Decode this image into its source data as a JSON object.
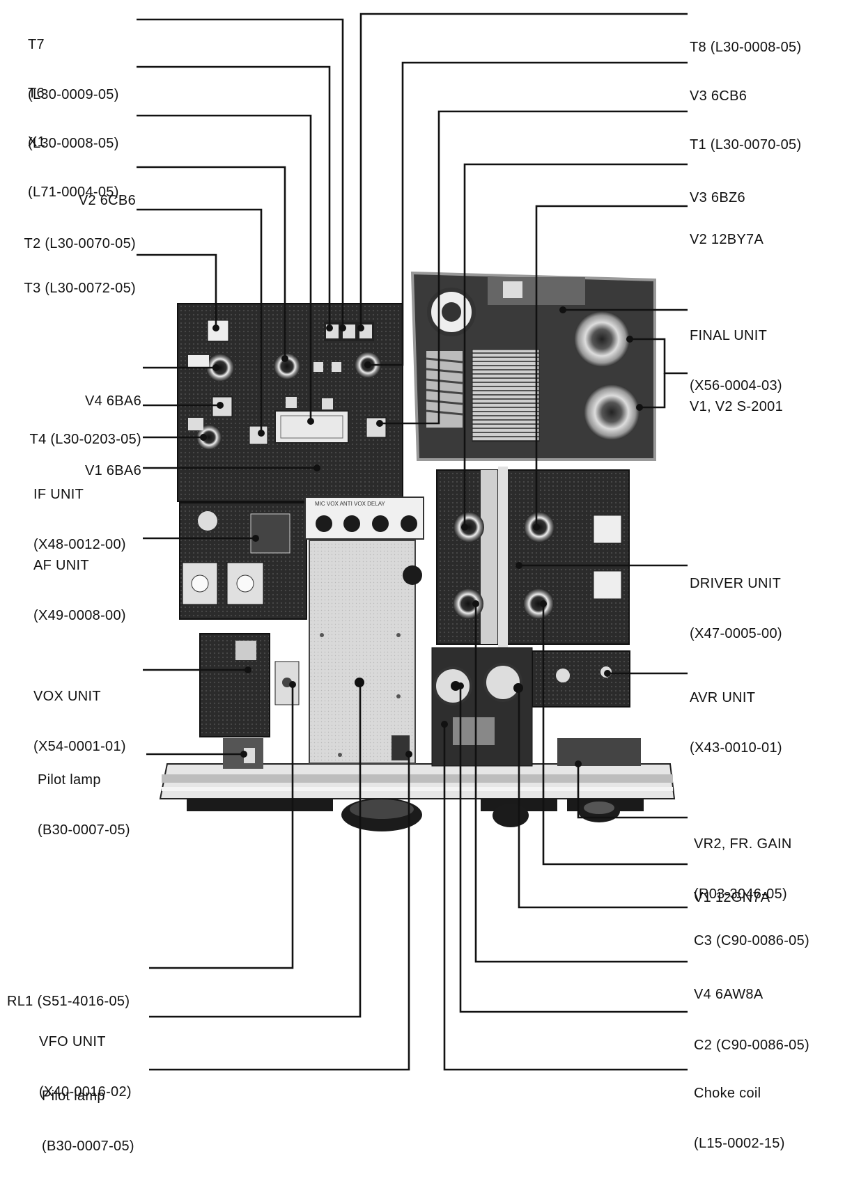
{
  "colors": {
    "ink": "#111111",
    "paper": "#ffffff",
    "board": "#2a2a2a",
    "metal": "#d8d8d8"
  },
  "labels": {
    "t7": {
      "line1": "T7",
      "line2": "(L30-0009-05)"
    },
    "t6": {
      "line1": "T6",
      "line2": "(L30-0008-05)"
    },
    "x1": {
      "line1": "X1",
      "line2": "(L71-0004-05)"
    },
    "v2_6cb6": {
      "line1": "V2 6CB6"
    },
    "t2": {
      "line1": "T2 (L30-0070-05)"
    },
    "t3": {
      "line1": "T3 (L30-0072-05)"
    },
    "v4_6ba6": {
      "line1": "V4 6BA6"
    },
    "t4": {
      "line1": "T4 (L30-0203-05)"
    },
    "v1_6ba6": {
      "line1": "V1 6BA6"
    },
    "if_unit": {
      "line1": "IF UNIT",
      "line2": "(X48-0012-00)"
    },
    "af_unit": {
      "line1": "AF UNIT",
      "line2": "(X49-0008-00)"
    },
    "vox_unit": {
      "line1": "VOX UNIT",
      "line2": "(X54-0001-01)"
    },
    "pilot_lamp_1": {
      "line1": "Pilot lamp",
      "line2": "(B30-0007-05)"
    },
    "rl1": {
      "line1": "RL1 (S51-4016-05)"
    },
    "vfo_unit": {
      "line1": "VFO UNIT",
      "line2": "(X40-0016-02)"
    },
    "pilot_lamp_2": {
      "line1": "Pilot lamp",
      "line2": "(B30-0007-05)"
    },
    "t8": {
      "line1": "T8 (L30-0008-05)"
    },
    "v3_6cb6": {
      "line1": "V3 6CB6"
    },
    "t1": {
      "line1": "T1 (L30-0070-05)"
    },
    "v3_6bz6": {
      "line1": "V3 6BZ6"
    },
    "v2_12by7a": {
      "line1": "V2 12BY7A"
    },
    "final_unit": {
      "line1": "FINAL UNIT",
      "line2": "(X56-0004-03)"
    },
    "v1_v2_s2001": {
      "line1": "V1, V2 S-2001"
    },
    "driver_unit": {
      "line1": "DRIVER UNIT",
      "line2": "(X47-0005-00)"
    },
    "avr_unit": {
      "line1": "AVR UNIT",
      "line2": "(X43-0010-01)"
    },
    "vr2": {
      "line1": "VR2, FR. GAIN",
      "line2": "(R03-3046-05)"
    },
    "v1_12gn7a": {
      "line1": "V1 12GN7A"
    },
    "c3": {
      "line1": "C3 (C90-0086-05)"
    },
    "v4_6aw8a": {
      "line1": "V4 6AW8A"
    },
    "c2": {
      "line1": "C2 (C90-0086-05)"
    },
    "choke": {
      "line1": "Choke coil",
      "line2": "(L15-0002-15)"
    }
  },
  "panel_text": {
    "control_strip": "MIC  VOX  ANTI VOX  DELAY"
  }
}
